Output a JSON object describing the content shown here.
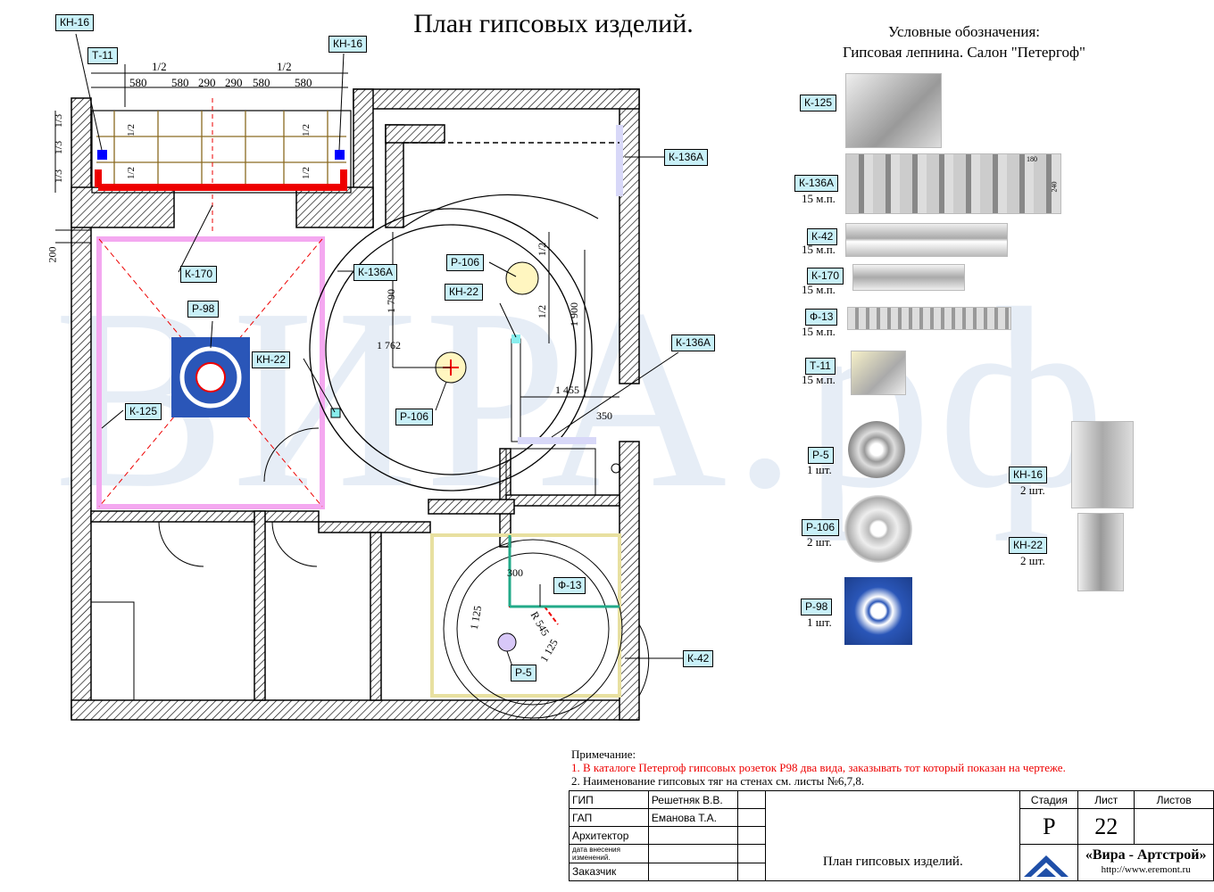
{
  "title": "План гипсовых изделий.",
  "watermark": "ВИРА.рф",
  "legend": {
    "heading_line1": "Условные обозначения:",
    "heading_line2": "Гипсовая лепнина. Салон \"Петергоф\"",
    "items": [
      {
        "code": "К-125",
        "qty": ""
      },
      {
        "code": "К-136А",
        "qty": "15 м.п."
      },
      {
        "code": "К-42",
        "qty": "15 м.п."
      },
      {
        "code": "К-170",
        "qty": "15 м.п."
      },
      {
        "code": "Ф-13",
        "qty": "15 м.п."
      },
      {
        "code": "Т-11",
        "qty": "15 м.п."
      },
      {
        "code": "Р-5",
        "qty": "1 шт."
      },
      {
        "code": "Р-106",
        "qty": "2 шт."
      },
      {
        "code": "Р-98",
        "qty": "1 шт."
      },
      {
        "code": "КН-16",
        "qty": "2 шт."
      },
      {
        "code": "КН-22",
        "qty": "2 шт."
      }
    ],
    "profile_dims": [
      "180",
      "240"
    ]
  },
  "plan": {
    "tags": {
      "kn16_left": "КН-16",
      "kn16_right": "КН-16",
      "t11": "Т-11",
      "k170": "К-170",
      "p98": "Р-98",
      "k125": "К-125",
      "kn22_left": "КН-22",
      "k136a_mid": "К-136А",
      "p106_top": "Р-106",
      "kn22_right": "КН-22",
      "p106_bottom": "Р-106",
      "k136a_top": "К-136А",
      "k136a_right": "К-136А",
      "f13": "Ф-13",
      "p5": "Р-5",
      "k42": "К-42"
    },
    "dims": {
      "half_left": "1/2",
      "half_right": "1/2",
      "seg": [
        "580",
        "580",
        "290",
        "290",
        "580",
        "580"
      ],
      "thirds": [
        "1/3",
        "1/3",
        "1/3"
      ],
      "half_small": [
        "1/2",
        "1/2",
        "1/2",
        "1/2"
      ],
      "d200": "200",
      "d1790": "1 790",
      "d1762": "1 762",
      "d1900": "1 900",
      "d1455": "1 455",
      "d350": "350",
      "d300": "300",
      "d1125a": "1 125",
      "d1125b": "1 125",
      "r545": "R 545",
      "half_v1": "1/2",
      "half_v2": "1/2"
    }
  },
  "note": {
    "heading": "Примечание:",
    "line1": "1. В каталоге Петергоф гипсовых розеток Р98 два вида, заказывать тот который показан на чертеже.",
    "line2": "2. Наименование гипсовых тяг на стенах см. листы №6,7,8."
  },
  "stamp": {
    "rows": [
      {
        "role": "ГИП",
        "name": "Решетняк В.В."
      },
      {
        "role": "ГАП",
        "name": "Еманова Т.А."
      },
      {
        "role": "Архитектор",
        "name": ""
      },
      {
        "role": "дата внесения изменений.",
        "name": ""
      },
      {
        "role": "Заказчик",
        "name": ""
      }
    ],
    "stage_label": "Стадия",
    "sheet_label": "Лист",
    "sheets_label": "Листов",
    "stage": "Р",
    "sheet": "22",
    "sheets": "",
    "drawing_title": "План гипсовых изделий.",
    "company": "«Вира - Артстрой»",
    "website": "http://www.eremont.ru"
  },
  "colors": {
    "tag_bg": "#c8f0f8",
    "wall_hatch": "#000000",
    "red_line": "#e00000",
    "pink": "#f4a8f0",
    "blue_marker": "#0000ff"
  }
}
